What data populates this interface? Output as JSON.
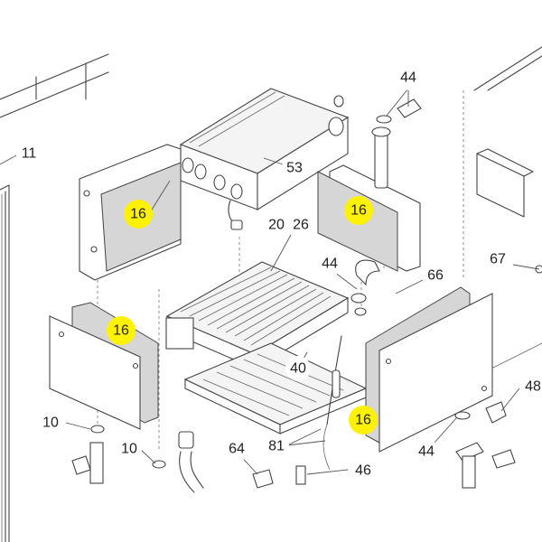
{
  "callouts": [
    {
      "id": "c11a",
      "label": "11",
      "highlight": false
    },
    {
      "id": "c44a",
      "label": "44",
      "highlight": false
    },
    {
      "id": "c53",
      "label": "53",
      "highlight": false
    },
    {
      "id": "c16a",
      "label": "16",
      "highlight": true
    },
    {
      "id": "c16b",
      "label": "16",
      "highlight": true
    },
    {
      "id": "c20",
      "label": "20",
      "highlight": false
    },
    {
      "id": "c26",
      "label": "26",
      "highlight": false
    },
    {
      "id": "c67",
      "label": "67",
      "highlight": false
    },
    {
      "id": "c44b",
      "label": "44",
      "highlight": false
    },
    {
      "id": "c66",
      "label": "66",
      "highlight": false
    },
    {
      "id": "c16c",
      "label": "16",
      "highlight": true
    },
    {
      "id": "c40",
      "label": "40",
      "highlight": false
    },
    {
      "id": "c48",
      "label": "48",
      "highlight": false
    },
    {
      "id": "c16d",
      "label": "16",
      "highlight": true
    },
    {
      "id": "c10a",
      "label": "10",
      "highlight": false
    },
    {
      "id": "c10b",
      "label": "10",
      "highlight": false
    },
    {
      "id": "c64",
      "label": "64",
      "highlight": false
    },
    {
      "id": "c81",
      "label": "81",
      "highlight": false
    },
    {
      "id": "c44c",
      "label": "44",
      "highlight": false
    },
    {
      "id": "c46",
      "label": "46",
      "highlight": false
    }
  ],
  "colors": {
    "highlight": "#fff200",
    "line": "#444444",
    "insulation": "#d6d6d6",
    "panel": "#f4f4f4"
  }
}
